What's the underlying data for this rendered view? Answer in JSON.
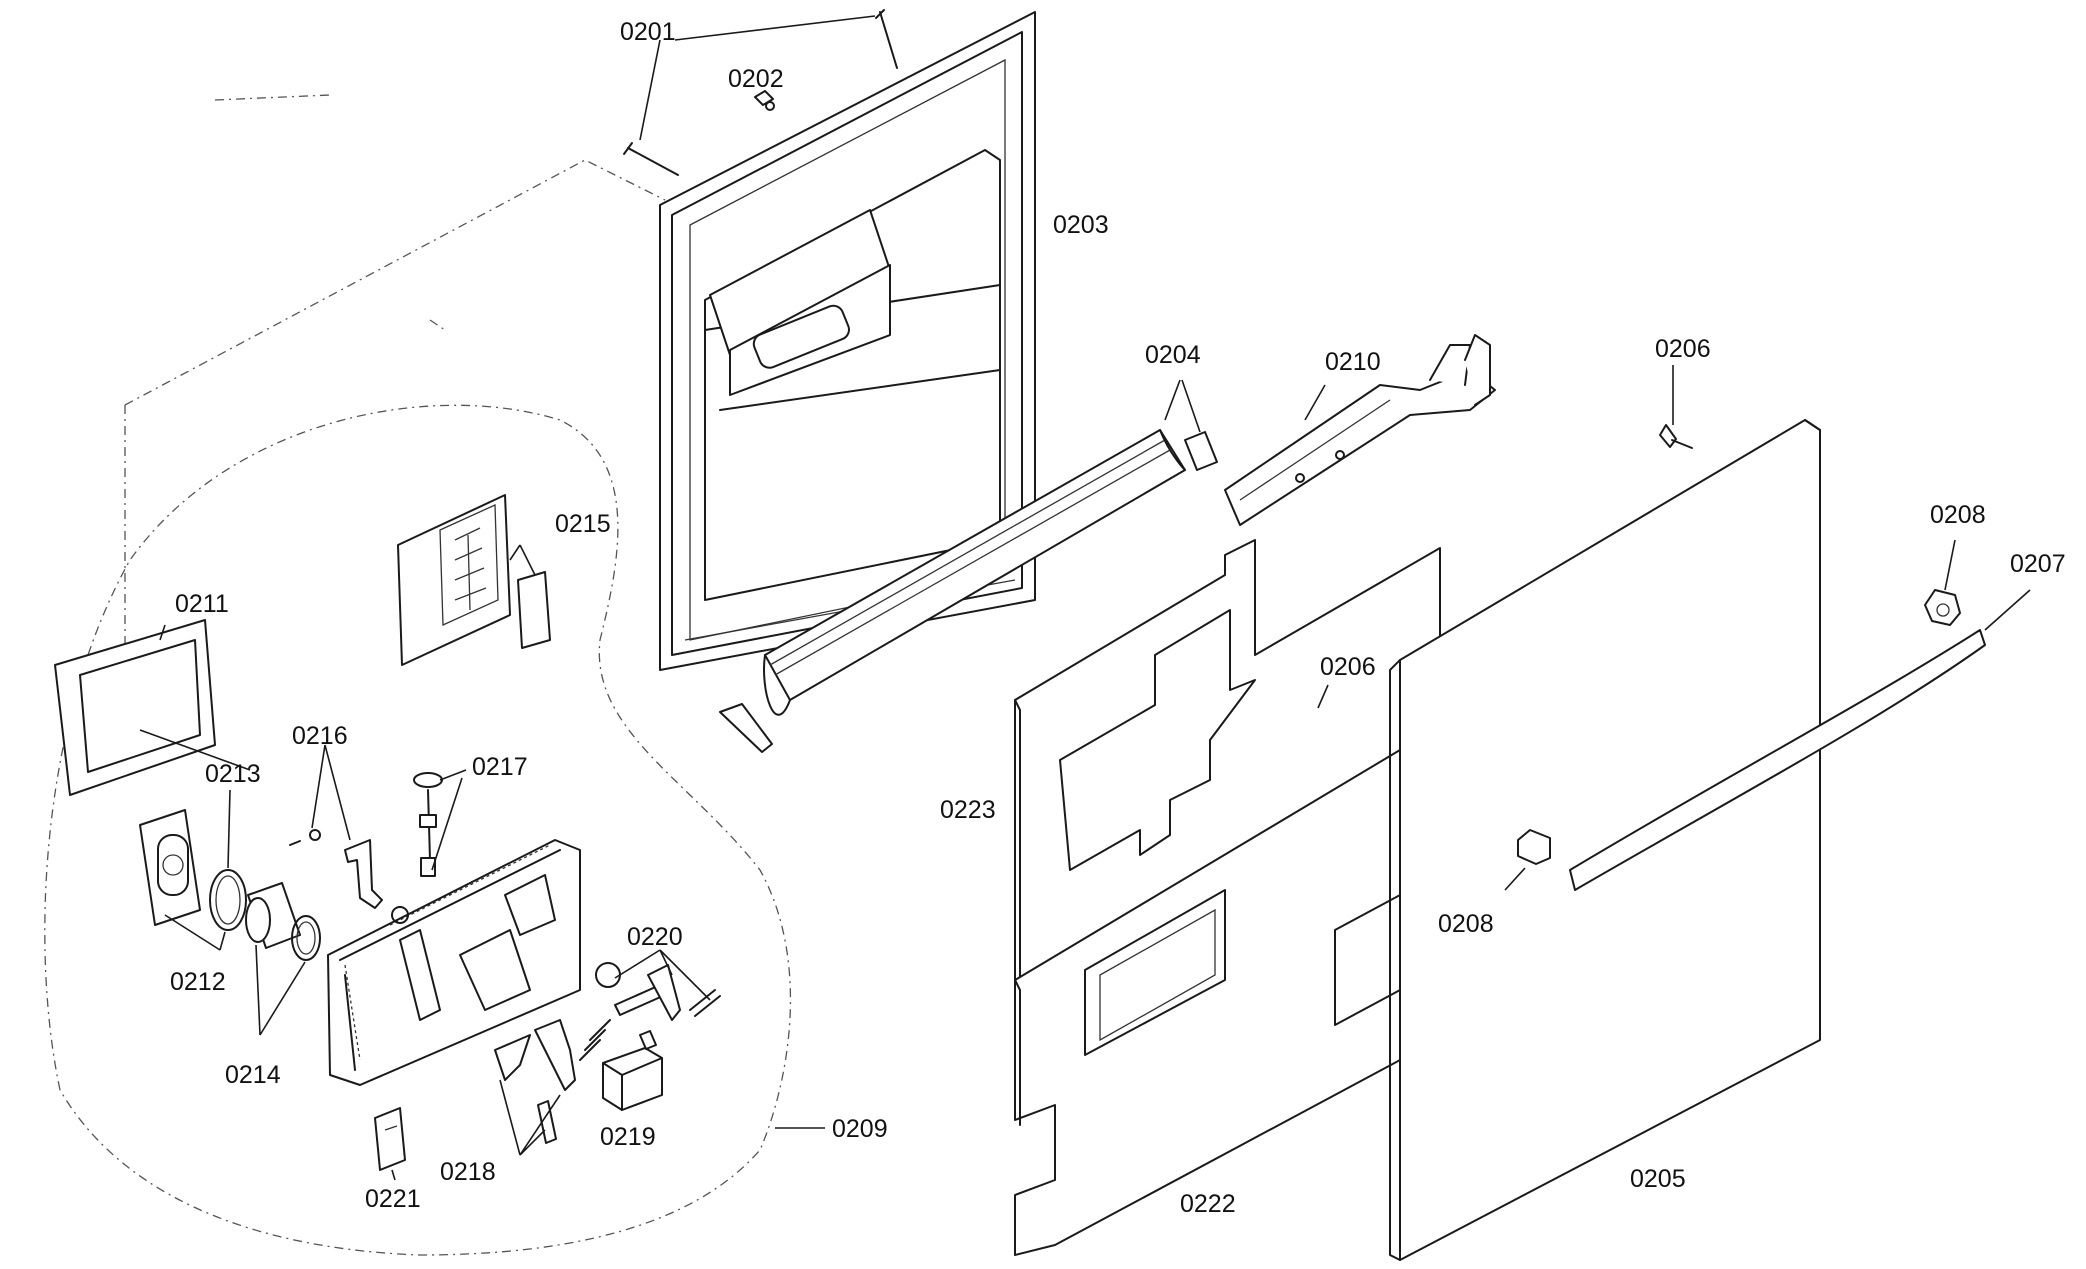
{
  "labels": {
    "p0201": "0201",
    "p0202": "0202",
    "p0203": "0203",
    "p0204": "0204",
    "p0205": "0205",
    "p0206_top": "0206",
    "p0206_mid": "0206",
    "p0207": "0207",
    "p0208_top": "0208",
    "p0208_mid": "0208",
    "p0209": "0209",
    "p0210": "0210",
    "p0211": "0211",
    "p0212": "0212",
    "p0213": "0213",
    "p0214": "0214",
    "p0215": "0215",
    "p0216": "0216",
    "p0217": "0217",
    "p0218": "0218",
    "p0219": "0219",
    "p0220": "0220",
    "p0221": "0221",
    "p0222": "0222",
    "p0223": "0223"
  },
  "colors": {
    "line": "#1a1a1a",
    "background": "#ffffff"
  }
}
